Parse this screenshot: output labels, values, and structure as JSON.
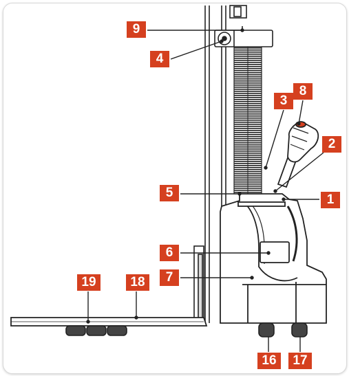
{
  "callout_color": "#d5401f",
  "callouts": {
    "c1": "1",
    "c2": "2",
    "c3": "3",
    "c4": "4",
    "c5": "5",
    "c6": "6",
    "c7": "7",
    "c8": "8",
    "c9": "9",
    "c16": "16",
    "c17": "17",
    "c18": "18",
    "c19": "19"
  }
}
